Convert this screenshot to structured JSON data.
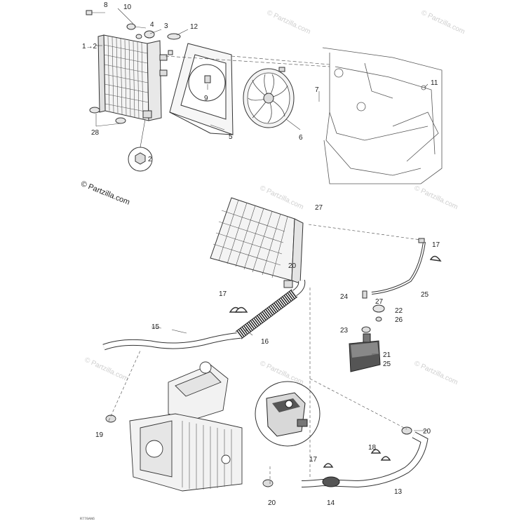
{
  "copyright": "© Partzilla.com",
  "figure_code": "R770AN6",
  "watermark": "© Partzilla.com",
  "callouts": {
    "c8": "8",
    "c10": "10",
    "c4": "4",
    "c3": "3",
    "c12": "12",
    "c1_2": "1→2",
    "c9": "9",
    "c7": "7",
    "c11": "11",
    "c28": "28",
    "c5": "5",
    "c6": "6",
    "c2": "2",
    "c27a": "27",
    "c17a": "17",
    "c20a": "20",
    "c24": "24",
    "c27b": "27",
    "c25a": "25",
    "c17b": "17",
    "c22": "22",
    "c26": "26",
    "c15": "15",
    "c16": "16",
    "c23": "23",
    "c21": "21",
    "c25b": "25",
    "c19": "19",
    "c20b": "20",
    "c18": "18",
    "c17c": "17",
    "c13": "13",
    "c20c": "20",
    "c14": "14"
  }
}
